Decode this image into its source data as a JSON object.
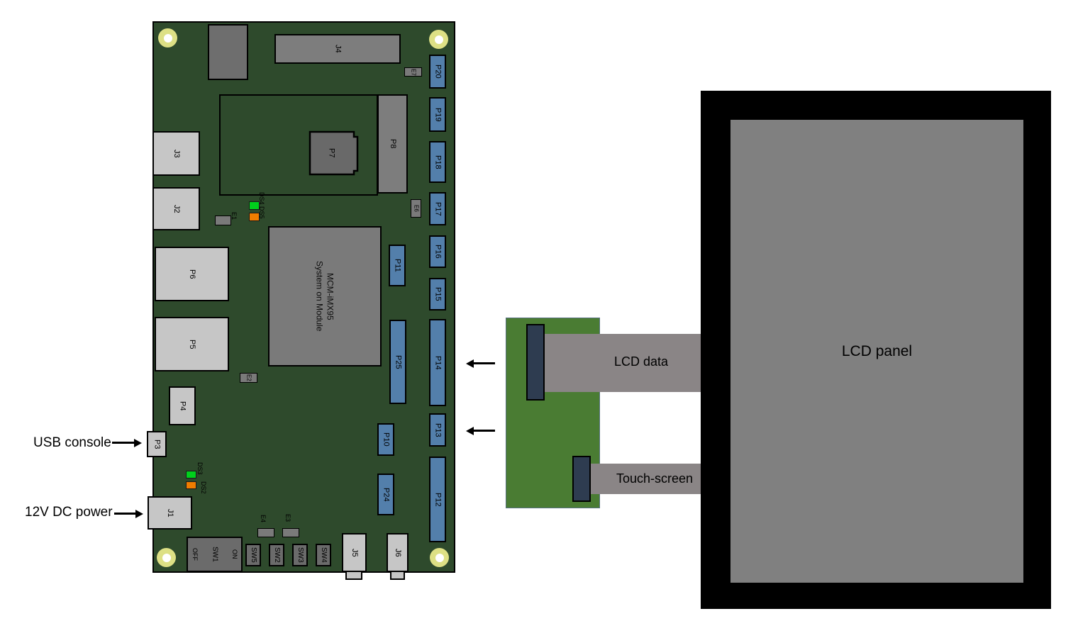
{
  "annotations": {
    "usb_console": "USB console",
    "dc_power": "12V DC power",
    "lcd_data": "LCD data",
    "touch_screen": "Touch-screen",
    "lcd_panel": "LCD panel"
  },
  "som": {
    "line1": "MCM-iMX95",
    "line2": "System on Module"
  },
  "labels": {
    "j1": "J1",
    "j2": "J2",
    "j3": "J3",
    "j4": "J4",
    "j5": "J5",
    "j6": "J6",
    "p3": "P3",
    "p4": "P4",
    "p5": "P5",
    "p6": "P6",
    "p7": "P7",
    "p8": "P8",
    "p10": "P10",
    "p11": "P11",
    "p12": "P12",
    "p13": "P13",
    "p14": "P14",
    "p15": "P15",
    "p16": "P16",
    "p17": "P17",
    "p18": "P18",
    "p19": "P19",
    "p20": "P20",
    "p24": "P24",
    "p25": "P25",
    "e1": "E1",
    "e2": "E2",
    "e3": "E3",
    "e4": "E4",
    "e6": "E6",
    "e7": "E7",
    "sw1": "SW1",
    "sw2": "SW2",
    "sw3": "SW3",
    "sw4": "SW4",
    "sw5": "SW5",
    "sw1_off": "OFF",
    "sw1_on": "ON",
    "ds4_ds5": "DS4 DS5",
    "ds3": "DS3",
    "ds2": "DS2"
  },
  "colors": {
    "pcb_green": "#2e4a2c",
    "adapter_green": "#4a7c33",
    "connector_blue": "#537fab",
    "connector_light_gray": "#c6c6c6",
    "component_gray": "#7d7d7d",
    "switch_gray": "#6b6b6b",
    "connector_navy": "#2e3c50",
    "cable_gray": "#8a8586",
    "screen_gray": "#808080",
    "bezel_black": "#000000",
    "mounting_ring": "#dde085",
    "led_green": "#00d01c",
    "led_orange": "#ef7d00"
  }
}
